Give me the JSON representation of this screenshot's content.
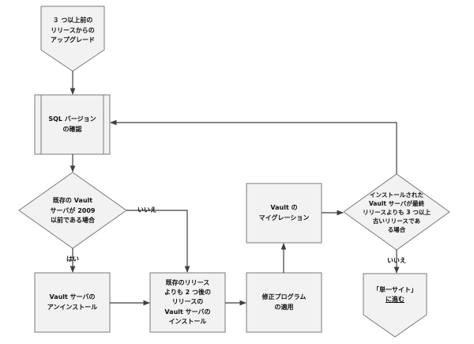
{
  "nodes": {
    "start": "３ つ以上前の\nリリースからの\nアップグレード",
    "sql_check": "SQL バージョン\nの確認",
    "decision_2009": "既存の Vault\nサーバが 2009\n以前である場合",
    "uninstall": "Vault サーバの\nアンインストール",
    "install_two_later": "既存のリリース\nよりも 2 つ後の\nリリースの\nVault サーバの\nインストール",
    "apply_patch": "修正プログラム\nの適用",
    "migration": "Vault の\nマイグレーション",
    "decision_three_older": "インストールされた\nVault サーバが最終\nリリースよりも 3 つ以上\n古いリリースであ\nる場合",
    "goto_single_site_title": "「単一サイト」",
    "goto_single_site_link": "に進む"
  },
  "edge_labels": {
    "no_right": "いいえ",
    "yes_down": "はい",
    "no_down": "いいえ"
  }
}
